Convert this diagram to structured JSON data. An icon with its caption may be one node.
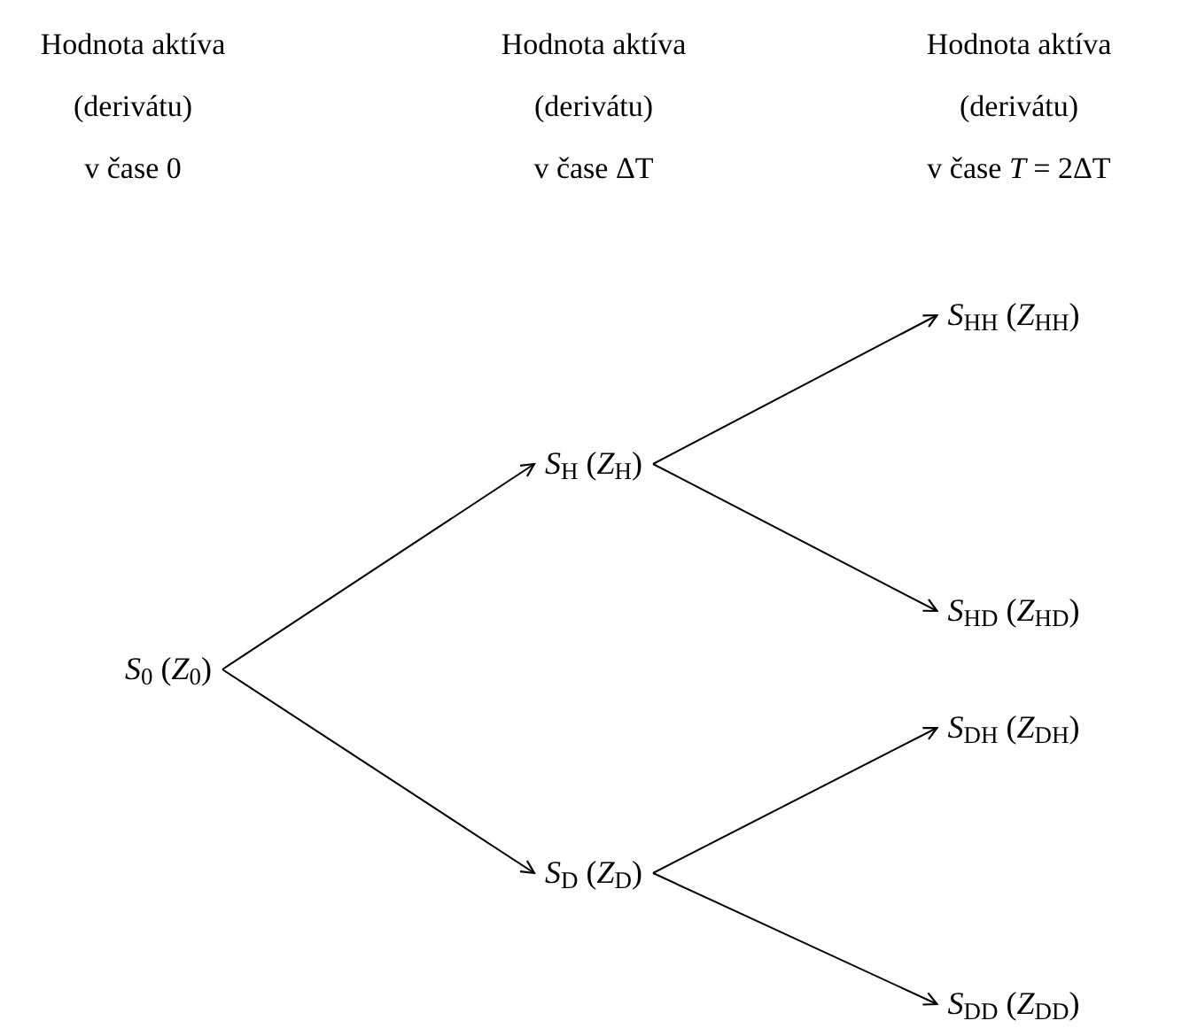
{
  "diagram": {
    "nodes": [
      {
        "text": [
          "*S*$_{0}$ (*Z*$_{0}$)"
        ]
      },
      {
        "text": [
          "*S*$_{H}$ (*Z*$_{H}$)"
        ]
      },
      {
        "text": [
          "*S*$_{D}$ (*Z*$_{D}$)"
        ]
      },
      {
        "text": [
          "*S*$_{HH}$ (*Z*$_{HH}$)"
        ]
      },
      {
        "text": [
          "*S*$_{HD}$ (*Z*$_{HD}$)"
        ]
      },
      {
        "text": [
          "*S*$_{DH}$ (*Z*$_{DH}$)"
        ]
      },
      {
        "text": [
          "*S*$_{DD}$ (*Z*$_{DD}$)"
        ]
      }
    ],
    "edges": [
      {
        "from": 0,
        "to": 1,
        "arrow": "to"
      },
      {
        "from": 0,
        "to": 2,
        "arrow": "to"
      },
      {
        "from": 1,
        "to": 3,
        "arrow": "to"
      },
      {
        "from": 1,
        "to": 4,
        "arrow": "to"
      },
      {
        "from": 2,
        "to": 5,
        "arrow": "to"
      },
      {
        "from": 2,
        "to": 6,
        "arrow": "to"
      }
    ],
    "labels": [
      "Hodnota aktíva",
      "Hodnota aktíva",
      "Hodnota aktíva",
      "(derivátu)",
      "(derivátu)",
      "(derivátu)",
      "v čase 0",
      "v čase ΔT",
      "v čase *T* = 2ΔT"
    ]
  }
}
